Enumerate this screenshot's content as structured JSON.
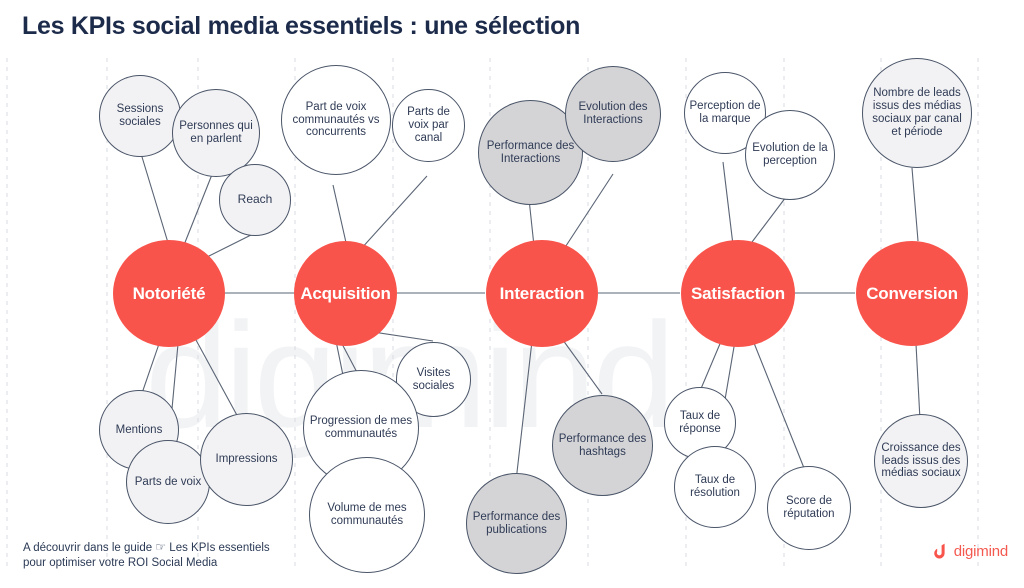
{
  "title": "Les KPIs social media essentiels : une sélection",
  "footnote": {
    "line1_prefix": "A découvrir dans le guide ",
    "hand_icon": "☞",
    "line1_suffix": " Les KPIs essentiels",
    "line2": "pour optimiser votre ROI Social Media"
  },
  "brand": {
    "name": "digimind",
    "watermark": "digimind",
    "accent_color": "#f9544b",
    "bubble_grey": "#d4d4d7",
    "bubble_light": "#f2f2f4",
    "outline_color": "#4a5568",
    "text_color": "#2f3b55"
  },
  "pillars": [
    {
      "id": "notoriete",
      "label": "Notoriété"
    },
    {
      "id": "acquisition",
      "label": "Acquisition"
    },
    {
      "id": "interaction",
      "label": "Interaction"
    },
    {
      "id": "satisfaction",
      "label": "Satisfaction"
    },
    {
      "id": "conversion",
      "label": "Conversion"
    }
  ],
  "kpis": {
    "notoriete": {
      "above": [
        {
          "label": "Sessions sociales"
        },
        {
          "label": "Personnes qui en parlent"
        },
        {
          "label": "Reach"
        }
      ],
      "below": [
        {
          "label": "Mentions"
        },
        {
          "label": "Parts de voix"
        },
        {
          "label": "Impressions"
        }
      ]
    },
    "acquisition": {
      "above": [
        {
          "label": "Part de voix communautés vs concurrents"
        },
        {
          "label": "Parts de voix par canal"
        }
      ],
      "below": [
        {
          "label": "Visites sociales"
        },
        {
          "label": "Progression de mes communautés"
        },
        {
          "label": "Volume de mes communautés"
        }
      ]
    },
    "interaction": {
      "above": [
        {
          "label": "Performance des Interactions"
        },
        {
          "label": "Evolution des Interactions"
        }
      ],
      "below": [
        {
          "label": "Performance des hashtags"
        },
        {
          "label": "Performance des publications"
        }
      ]
    },
    "satisfaction": {
      "above": [
        {
          "label": "Perception de la marque"
        },
        {
          "label": "Evolution de la perception"
        }
      ],
      "below": [
        {
          "label": "Taux de réponse"
        },
        {
          "label": "Taux de résolution"
        },
        {
          "label": "Score de réputation"
        }
      ]
    },
    "conversion": {
      "above": [
        {
          "label": "Nombre de leads issus des médias sociaux par canal et période"
        }
      ],
      "below": [
        {
          "label": "Croissance des leads issus des médias sociaux"
        }
      ]
    }
  }
}
